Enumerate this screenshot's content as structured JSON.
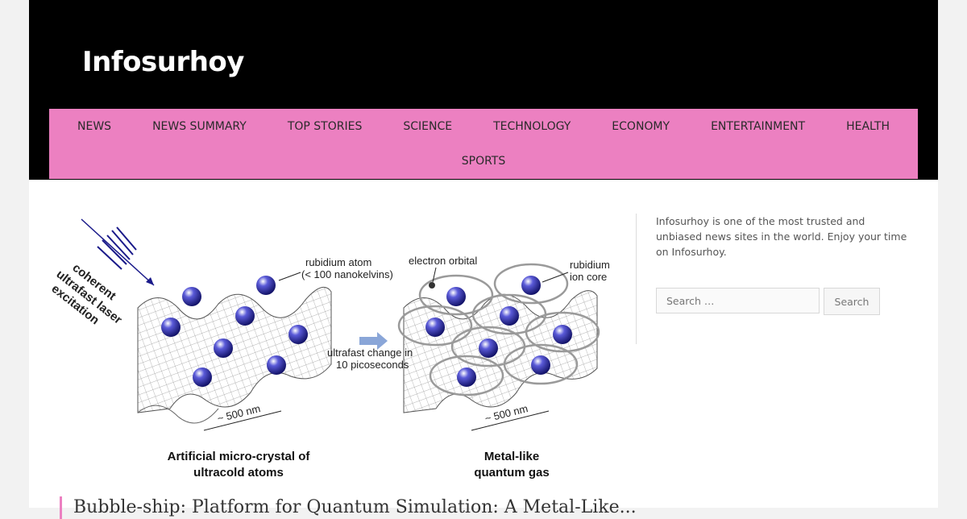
{
  "site": {
    "title": "Infosurhoy"
  },
  "nav": {
    "items": [
      {
        "label": "NEWS"
      },
      {
        "label": "NEWS SUMMARY"
      },
      {
        "label": "TOP STORIES"
      },
      {
        "label": "SCIENCE"
      },
      {
        "label": "TECHNOLOGY"
      },
      {
        "label": "ECONOMY"
      },
      {
        "label": "ENTERTAINMENT"
      },
      {
        "label": "HEALTH"
      },
      {
        "label": "SPORTS"
      }
    ]
  },
  "figure": {
    "laser_label_1": "coherent",
    "laser_label_2": "ultrafast laser",
    "laser_label_3": "excitation",
    "rubidium_atom_1": "rubidium atom",
    "rubidium_atom_2": "(< 100 nanokelvins)",
    "electron_orbital": "electron orbital",
    "ion_core_1": "rubidium",
    "ion_core_2": "ion core",
    "change_1": "ultrafast change in",
    "change_2": "10 picoseconds",
    "scale_left": "~ 500 nm",
    "scale_right": "~ 500 nm",
    "caption_left_1": "Artificial micro-crystal of",
    "caption_left_2": "ultracold atoms",
    "caption_right_1": "Metal-like",
    "caption_right_2": "quantum gas"
  },
  "sidebar": {
    "about": "Infosurhoy is one of the most trusted and unbiased news sites in the world. Enjoy your time on Infosurhoy.",
    "search_placeholder": "Search …",
    "search_button": "Search"
  },
  "post": {
    "title": "Bubble-ship: Platform for Quantum Simulation: A Metal-Like..."
  },
  "colors": {
    "header_bg": "#000000",
    "nav_bg": "#ec80c1",
    "atom": "#2a2aa0"
  }
}
